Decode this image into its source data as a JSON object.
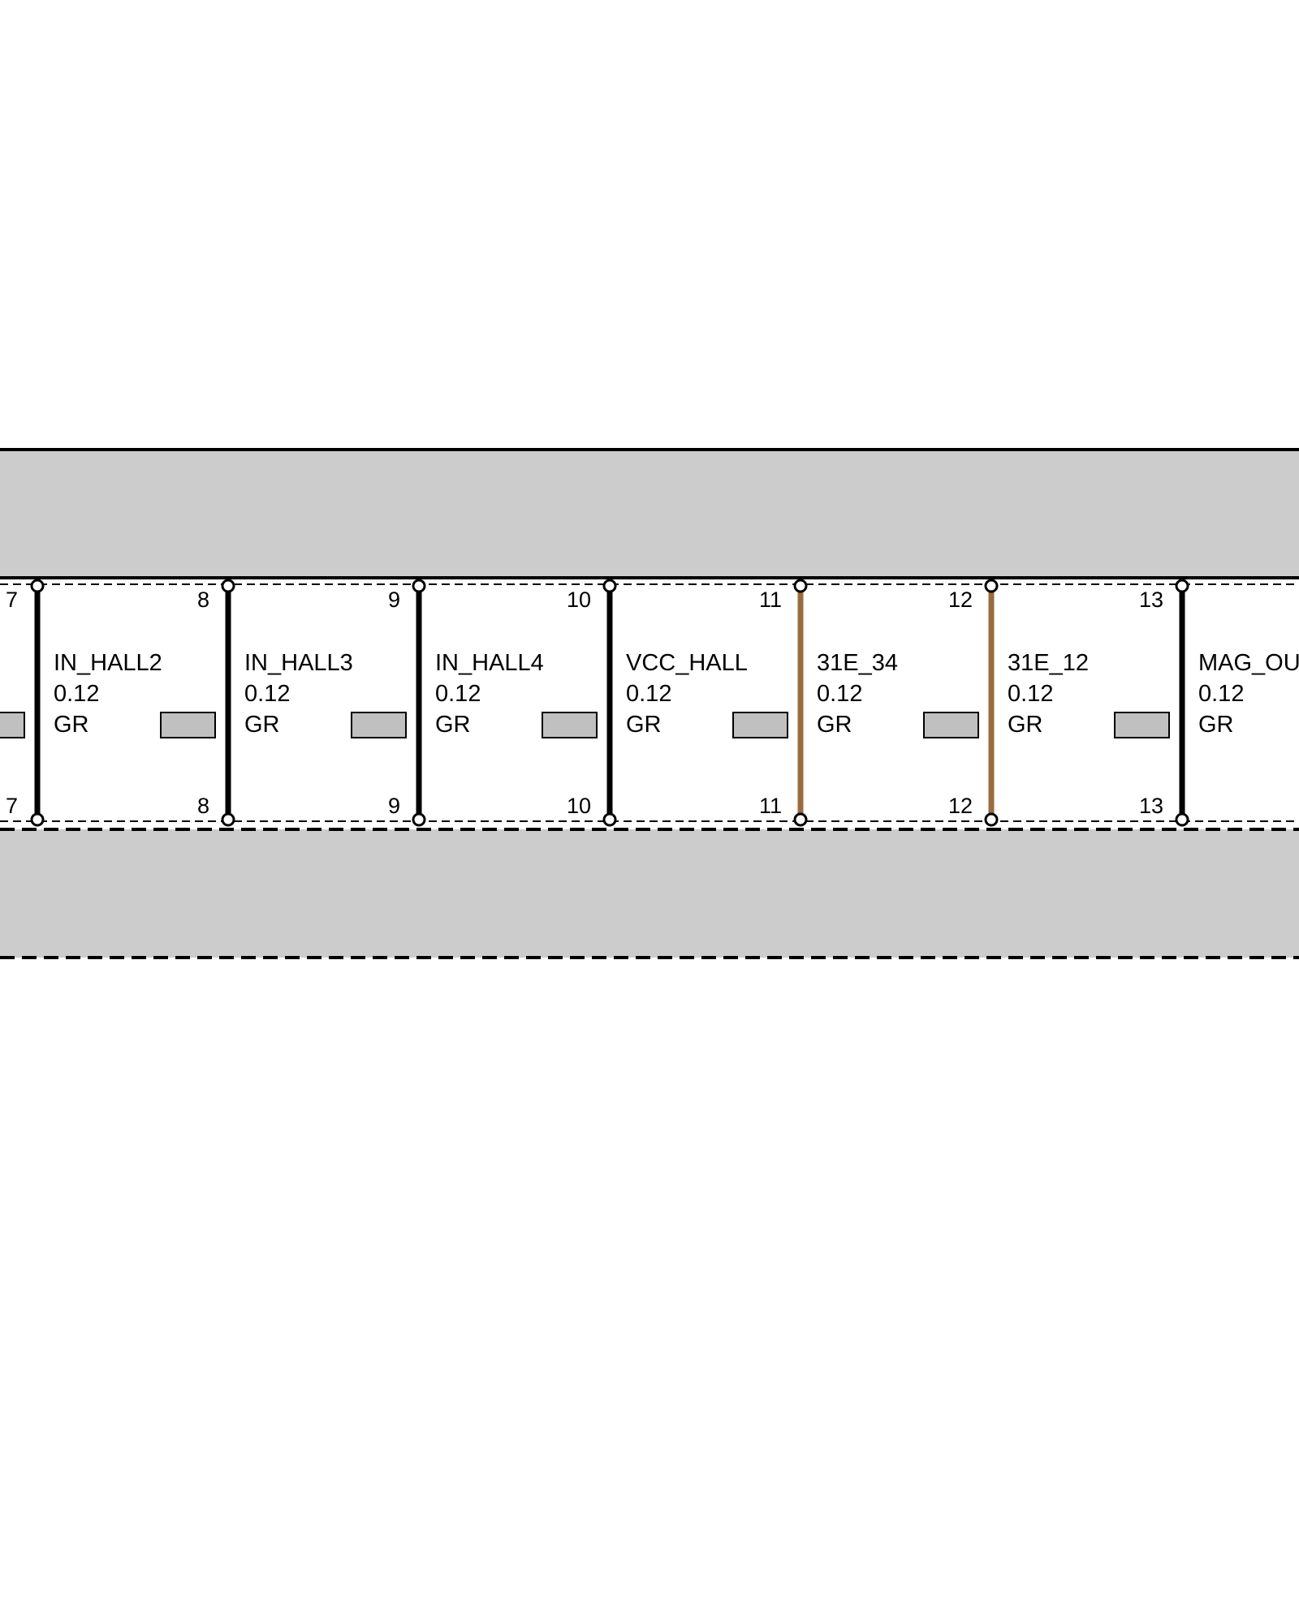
{
  "colors": {
    "background": "#ffffff",
    "connector_fill": "#cccccc",
    "terminal_fill": "#c0c0c0",
    "wire_default": "#000000",
    "wire_brown": "#9a6b3c"
  },
  "wires": [
    {
      "pin": "7",
      "name": "",
      "size": "",
      "color_code": "",
      "wire_color": "#000000"
    },
    {
      "pin": "8",
      "name": "IN_HALL2",
      "size": "0.12",
      "color_code": "GR",
      "wire_color": "#000000"
    },
    {
      "pin": "9",
      "name": "IN_HALL3",
      "size": "0.12",
      "color_code": "GR",
      "wire_color": "#000000"
    },
    {
      "pin": "10",
      "name": "IN_HALL4",
      "size": "0.12",
      "color_code": "GR",
      "wire_color": "#000000"
    },
    {
      "pin": "11",
      "name": "VCC_HALL",
      "size": "0.12",
      "color_code": "GR",
      "wire_color": "#9a6b3c"
    },
    {
      "pin": "12",
      "name": "31E_34",
      "size": "0.12",
      "color_code": "GR",
      "wire_color": "#9a6b3c"
    },
    {
      "pin": "13",
      "name": "31E_12",
      "size": "0.12",
      "color_code": "GR",
      "wire_color": "#000000"
    },
    {
      "pin": "",
      "name": "MAG_OU",
      "size": "0.12",
      "color_code": "GR",
      "wire_color": ""
    }
  ]
}
